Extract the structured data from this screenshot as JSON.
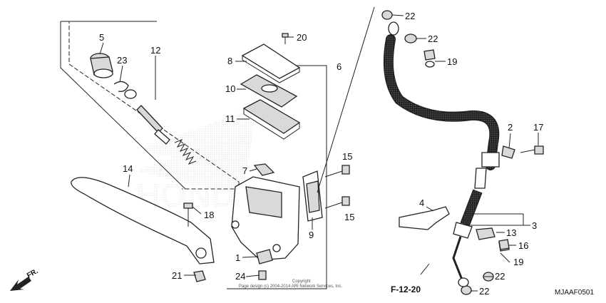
{
  "callouts": {
    "c1": "1",
    "c2": "2",
    "c3": "3",
    "c4": "4",
    "c5": "5",
    "c6": "6",
    "c7": "7",
    "c8": "8",
    "c9": "9",
    "c10": "10",
    "c11": "11",
    "c12": "12",
    "c13": "13",
    "c14": "14",
    "c15a": "15",
    "c15b": "15",
    "c16": "16",
    "c17": "17",
    "c18": "18",
    "c19a": "19",
    "c19b": "19",
    "c20": "20",
    "c21": "21",
    "c22a": "22",
    "c22b": "22",
    "c22c": "22",
    "c22d": "22",
    "c23": "23",
    "c24": "24"
  },
  "reference": "F-12-20",
  "diagram_code": "MJAAF0501",
  "front_marker": "FR.",
  "copyright_line1": "Copyright",
  "copyright_line2": "Page design (c) 2004-2014 ARI Network Services, Inc."
}
